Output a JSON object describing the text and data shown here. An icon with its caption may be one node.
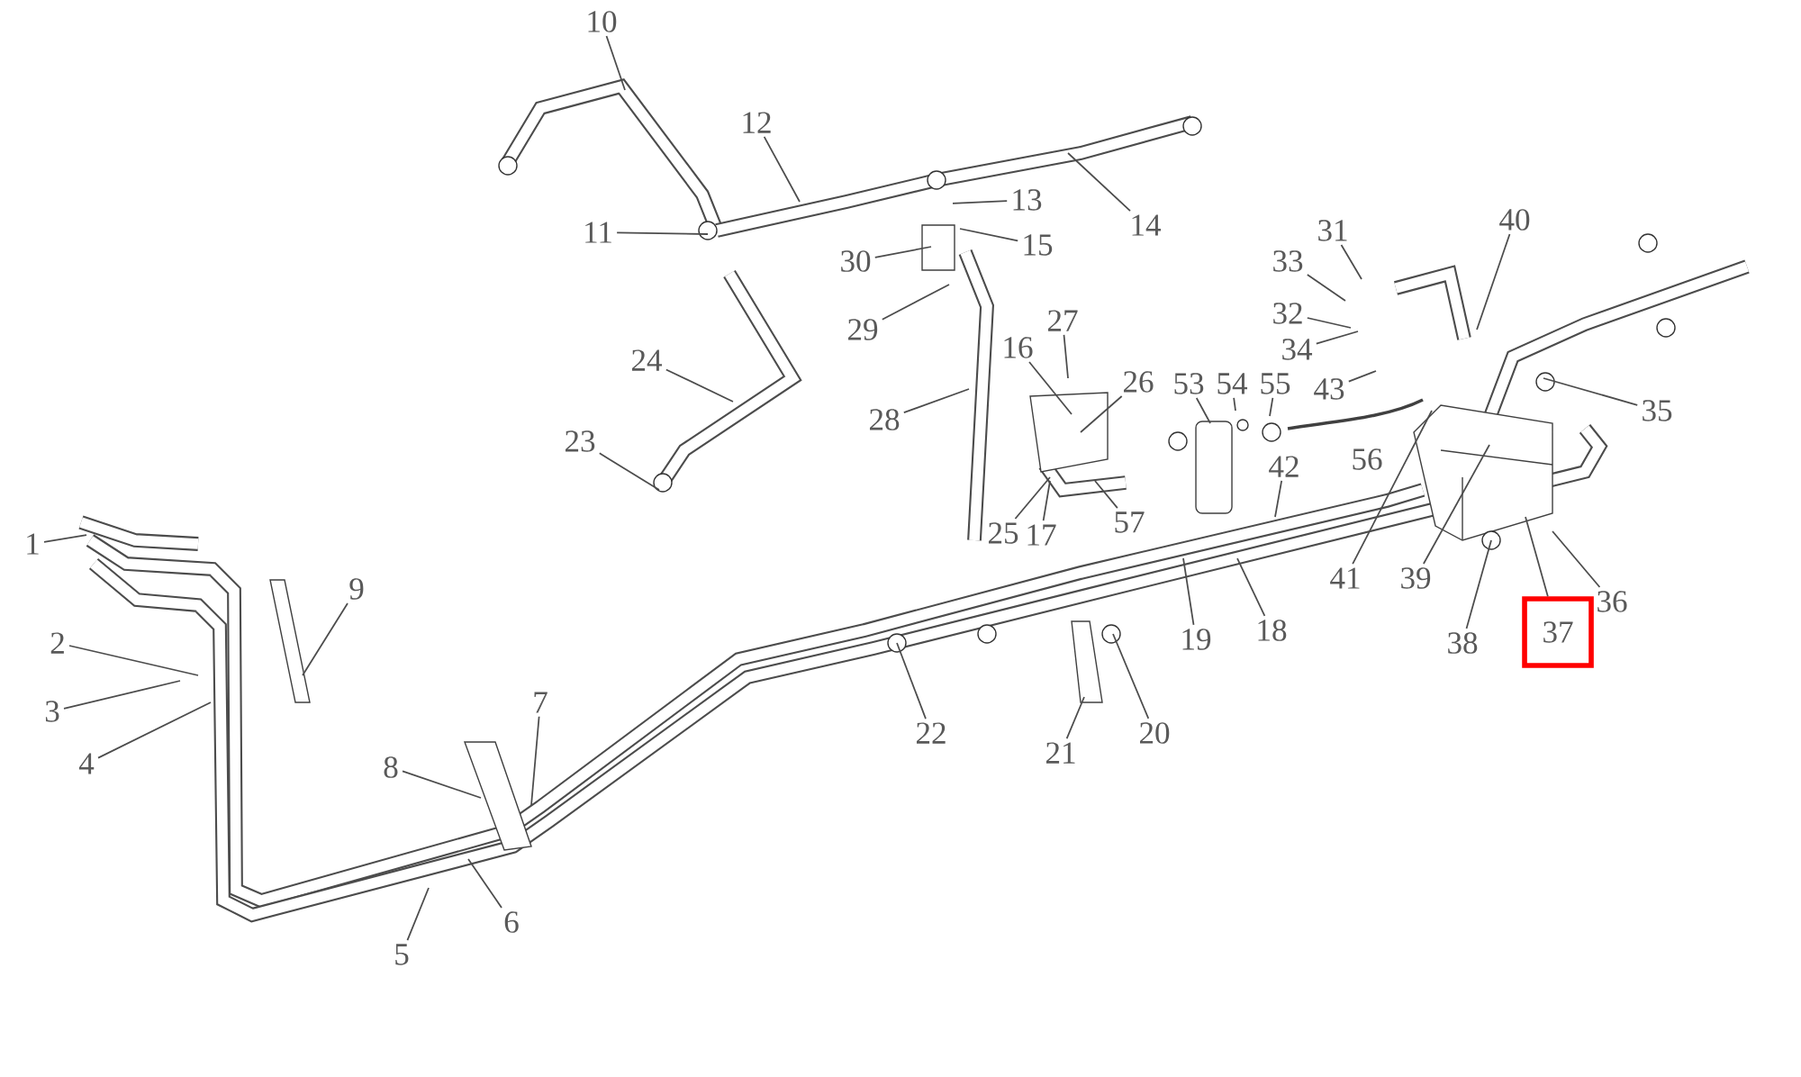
{
  "diagram": {
    "nodes": [
      {
        "text": [
          "1"
        ]
      },
      {
        "text": [
          "2"
        ]
      },
      {
        "text": [
          "3"
        ]
      },
      {
        "text": [
          "4"
        ]
      },
      {
        "text": [
          "5"
        ]
      },
      {
        "text": [
          "6"
        ]
      },
      {
        "text": [
          "7"
        ]
      },
      {
        "text": [
          "8"
        ]
      },
      {
        "text": [
          "9"
        ]
      },
      {
        "text": [
          "10"
        ]
      },
      {
        "text": [
          "11"
        ]
      },
      {
        "text": [
          "12"
        ]
      },
      {
        "text": [
          "13"
        ]
      },
      {
        "text": [
          "14"
        ]
      },
      {
        "text": [
          "15"
        ]
      },
      {
        "text": [
          "16"
        ]
      },
      {
        "text": [
          "17"
        ]
      },
      {
        "text": [
          "18"
        ]
      },
      {
        "text": [
          "19"
        ]
      },
      {
        "text": [
          "20"
        ]
      },
      {
        "text": [
          "21"
        ]
      },
      {
        "text": [
          "22"
        ]
      },
      {
        "text": [
          "23"
        ]
      },
      {
        "text": [
          "24"
        ]
      },
      {
        "text": [
          "25"
        ]
      },
      {
        "text": [
          "26"
        ]
      },
      {
        "text": [
          "27"
        ]
      },
      {
        "text": [
          "28"
        ]
      },
      {
        "text": [
          "29"
        ]
      },
      {
        "text": [
          "30"
        ]
      },
      {
        "text": [
          "31"
        ]
      },
      {
        "text": [
          "32"
        ]
      },
      {
        "text": [
          "33"
        ]
      },
      {
        "text": [
          "34"
        ]
      },
      {
        "text": [
          "35"
        ]
      },
      {
        "text": [
          "36"
        ]
      },
      {
        "text": [
          "37"
        ]
      },
      {
        "text": [
          "38"
        ]
      },
      {
        "text": [
          "39"
        ]
      },
      {
        "text": [
          "40"
        ]
      },
      {
        "text": [
          "41"
        ]
      },
      {
        "text": [
          "42"
        ]
      },
      {
        "text": [
          "43"
        ]
      },
      {
        "text": [
          "53"
        ]
      },
      {
        "text": [
          "54"
        ]
      },
      {
        "text": [
          "55"
        ]
      },
      {
        "text": [
          "56"
        ]
      },
      {
        "text": [
          "57"
        ]
      }
    ],
    "edges": [
      {
        "from": 0,
        "to": null,
        "arrow": "none"
      },
      {
        "from": 1,
        "to": null,
        "arrow": "none"
      },
      {
        "from": 2,
        "to": null,
        "arrow": "none"
      },
      {
        "from": 3,
        "to": null,
        "arrow": "none"
      },
      {
        "from": 4,
        "to": null,
        "arrow": "none"
      },
      {
        "from": 5,
        "to": null,
        "arrow": "none"
      },
      {
        "from": 6,
        "to": null,
        "arrow": "none"
      },
      {
        "from": 7,
        "to": null,
        "arrow": "none"
      },
      {
        "from": 8,
        "to": null,
        "arrow": "none"
      },
      {
        "from": 9,
        "to": null,
        "arrow": "none"
      },
      {
        "from": 10,
        "to": null,
        "arrow": "none"
      },
      {
        "from": 11,
        "to": null,
        "arrow": "none"
      },
      {
        "from": 12,
        "to": null,
        "arrow": "none"
      },
      {
        "from": 13,
        "to": null,
        "arrow": "none"
      },
      {
        "from": 14,
        "to": null,
        "arrow": "none"
      },
      {
        "from": 15,
        "to": null,
        "arrow": "none"
      },
      {
        "from": 16,
        "to": null,
        "arrow": "none"
      },
      {
        "from": 17,
        "to": null,
        "arrow": "none"
      },
      {
        "from": 18,
        "to": null,
        "arrow": "none"
      },
      {
        "from": 19,
        "to": null,
        "arrow": "none"
      },
      {
        "from": 20,
        "to": null,
        "arrow": "none"
      },
      {
        "from": 21,
        "to": null,
        "arrow": "none"
      },
      {
        "from": 22,
        "to": null,
        "arrow": "none"
      },
      {
        "from": 23,
        "to": null,
        "arrow": "none"
      },
      {
        "from": 24,
        "to": null,
        "arrow": "none"
      },
      {
        "from": 25,
        "to": null,
        "arrow": "none"
      },
      {
        "from": 26,
        "to": null,
        "arrow": "none"
      },
      {
        "from": 27,
        "to": null,
        "arrow": "none"
      },
      {
        "from": 28,
        "to": null,
        "arrow": "none"
      },
      {
        "from": 29,
        "to": null,
        "arrow": "none"
      },
      {
        "from": 30,
        "to": null,
        "arrow": "none"
      },
      {
        "from": 31,
        "to": null,
        "arrow": "none"
      },
      {
        "from": 32,
        "to": null,
        "arrow": "none"
      },
      {
        "from": 33,
        "to": null,
        "arrow": "none"
      },
      {
        "from": 34,
        "to": null,
        "arrow": "none"
      },
      {
        "from": 35,
        "to": null,
        "arrow": "none"
      },
      {
        "from": 36,
        "to": null,
        "arrow": "none"
      },
      {
        "from": 37,
        "to": null,
        "arrow": "none"
      },
      {
        "from": 38,
        "to": null,
        "arrow": "none"
      },
      {
        "from": 39,
        "to": null,
        "arrow": "none"
      },
      {
        "from": 40,
        "to": null,
        "arrow": "none"
      },
      {
        "from": 41,
        "to": null,
        "arrow": "none"
      },
      {
        "from": 42,
        "to": null,
        "arrow": "none"
      },
      {
        "from": 43,
        "to": null,
        "arrow": "none"
      },
      {
        "from": 44,
        "to": null,
        "arrow": "none"
      },
      {
        "from": 45,
        "to": null,
        "arrow": "none"
      },
      {
        "from": 47,
        "to": null,
        "arrow": "none"
      }
    ]
  }
}
